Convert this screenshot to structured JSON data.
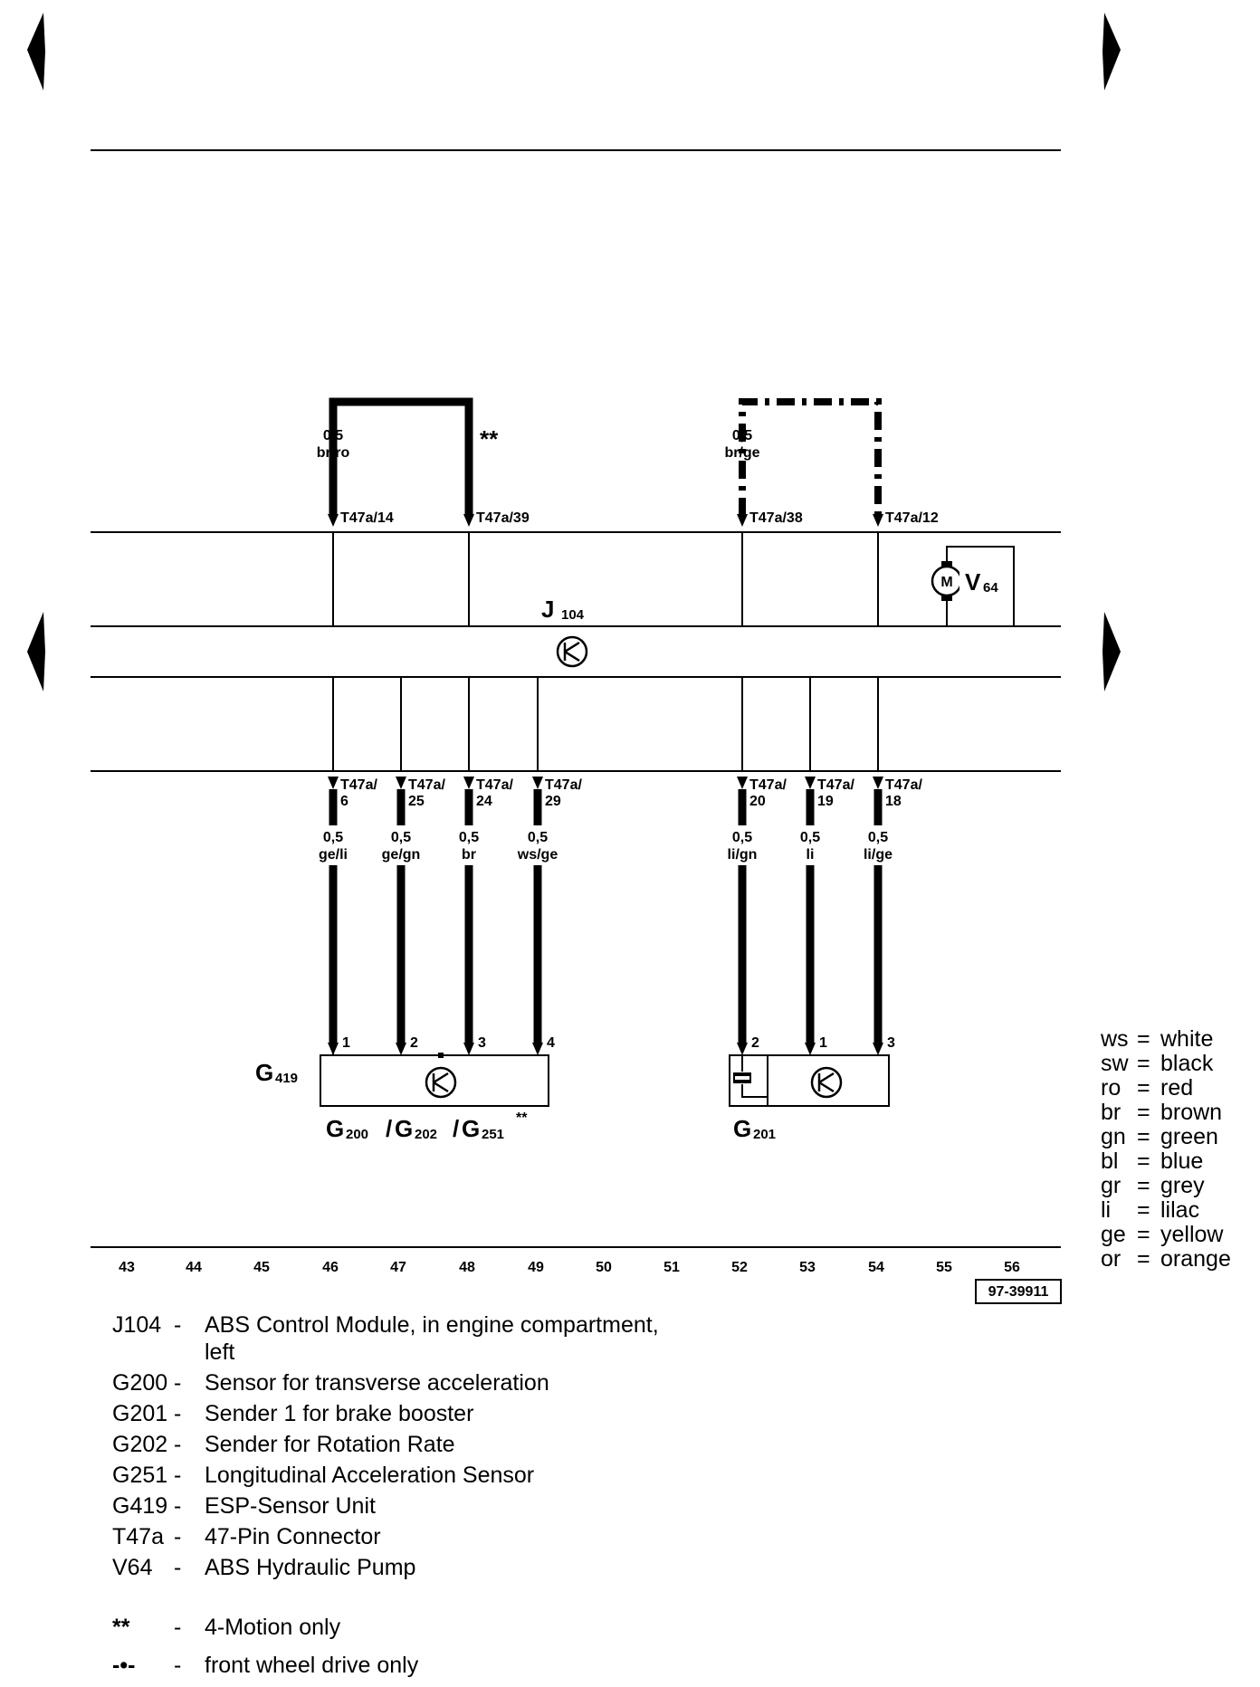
{
  "component_j104": {
    "base": "J",
    "sub": "104"
  },
  "component_v64": {
    "base": "V",
    "sub": "64"
  },
  "component_g419": {
    "base": "G",
    "sub": "419"
  },
  "component_g201": {
    "base": "G",
    "sub": "201"
  },
  "component_group": {
    "g200": {
      "base": "G",
      "sub": "200"
    },
    "g202": {
      "base": "G",
      "sub": "202"
    },
    "g251": {
      "base": "G",
      "sub": "251"
    },
    "sep": "/",
    "mark": "**"
  },
  "motor_letter": "M",
  "motion_mark": "**",
  "wires_top": [
    {
      "size": "0,5",
      "color": "br/ro",
      "terminal": "T47a/14"
    },
    {
      "size": "",
      "color": "",
      "terminal": "T47a/39"
    },
    {
      "size": "0,5",
      "color": "br/ge",
      "terminal": "T47a/38"
    },
    {
      "size": "",
      "color": "",
      "terminal": "T47a/12"
    }
  ],
  "wires_bottom": [
    {
      "size": "0,5",
      "color": "ge/li",
      "term_a": "T47a/",
      "term_b": "6",
      "pin": "1"
    },
    {
      "size": "0,5",
      "color": "ge/gn",
      "term_a": "T47a/",
      "term_b": "25",
      "pin": "2"
    },
    {
      "size": "0,5",
      "color": "br",
      "term_a": "T47a/",
      "term_b": "24",
      "pin": "3"
    },
    {
      "size": "0,5",
      "color": "ws/ge",
      "term_a": "T47a/",
      "term_b": "29",
      "pin": "4"
    },
    {
      "size": "0,5",
      "color": "li/gn",
      "term_a": "T47a/",
      "term_b": "20",
      "pin": "2"
    },
    {
      "size": "0,5",
      "color": "li",
      "term_a": "T47a/",
      "term_b": "19",
      "pin": "1"
    },
    {
      "size": "0,5",
      "color": "li/ge",
      "term_a": "T47a/",
      "term_b": "18",
      "pin": "3"
    }
  ],
  "grid_numbers": [
    "43",
    "44",
    "45",
    "46",
    "47",
    "48",
    "49",
    "50",
    "51",
    "52",
    "53",
    "54",
    "55",
    "56"
  ],
  "figure_id": "97-39911",
  "color_codes": [
    {
      "code": "ws",
      "name": "white"
    },
    {
      "code": "sw",
      "name": "black"
    },
    {
      "code": "ro",
      "name": "red"
    },
    {
      "code": "br",
      "name": "brown"
    },
    {
      "code": "gn",
      "name": "green"
    },
    {
      "code": "bl",
      "name": "blue"
    },
    {
      "code": "gr",
      "name": "grey"
    },
    {
      "code": "li",
      "name": "lilac"
    },
    {
      "code": "ge",
      "name": "yellow"
    },
    {
      "code": "or",
      "name": "orange"
    }
  ],
  "legend": [
    {
      "code": "J104",
      "sep": "-",
      "text": "ABS Control Module, in engine compartment,",
      "cont": "left"
    },
    {
      "code": "G200",
      "sep": "-",
      "text": "Sensor for transverse acceleration"
    },
    {
      "code": "G201",
      "sep": "-",
      "text": "Sender 1 for brake booster"
    },
    {
      "code": "G202",
      "sep": "-",
      "text": "Sender for Rotation Rate"
    },
    {
      "code": "G251",
      "sep": "-",
      "text": "Longitudinal Acceleration Sensor"
    },
    {
      "code": "G419",
      "sep": "-",
      "text": "ESP-Sensor Unit"
    },
    {
      "code": "T47a",
      "sep": "-",
      "text": "47-Pin Connector"
    },
    {
      "code": "V64",
      "sep": "-",
      "text": "ABS Hydraulic Pump"
    }
  ],
  "notes": [
    {
      "symbol": "**",
      "sep": "-",
      "text": "4-Motion only"
    },
    {
      "symbol": "-•-",
      "sep": "-",
      "text": "front wheel drive only"
    }
  ]
}
